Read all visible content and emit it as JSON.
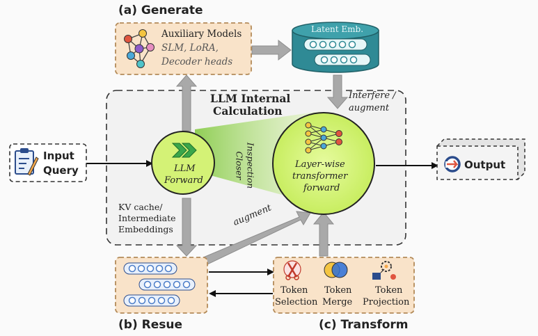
{
  "sections": {
    "generate": "(a) Generate",
    "reuse": "(b) Resue",
    "transform": "(c) Transform"
  },
  "auxiliary": {
    "title": "Auxiliary Models",
    "line1": "SLM, LoRA,",
    "line2": "Decoder heads"
  },
  "latent": {
    "title": "Latent Emb."
  },
  "internal": {
    "title_line1": "LLM Internal",
    "title_line2": "Calculation"
  },
  "interfere": {
    "line1": "Interfere /",
    "line2": "augment"
  },
  "input": {
    "line1": "Input",
    "line2": "Query"
  },
  "output": {
    "label": "Output"
  },
  "llm_forward": {
    "line1": "LLM",
    "line2": "Forward"
  },
  "layerwise": {
    "line1": "Layer-wise",
    "line2": "transformer",
    "line3": "forward"
  },
  "closer": {
    "line1": "Closer",
    "line2": "Inspection"
  },
  "kv": {
    "line1": "KV cache/",
    "line2": "Intermediate",
    "line3": "Embeddings"
  },
  "augment_label": "augment",
  "tokens": {
    "selection_top": "Token",
    "selection_bottom": "Selection",
    "merge_top": "Token",
    "merge_bottom": "Merge",
    "projection_top": "Token",
    "projection_bottom": "Projection"
  },
  "colors": {
    "box_fill": "#f9e3c9",
    "box_border": "#b38a58",
    "green_fill": "#d4f276",
    "teal": "#2f8a95",
    "gray_arrow": "#a9a9a9"
  }
}
